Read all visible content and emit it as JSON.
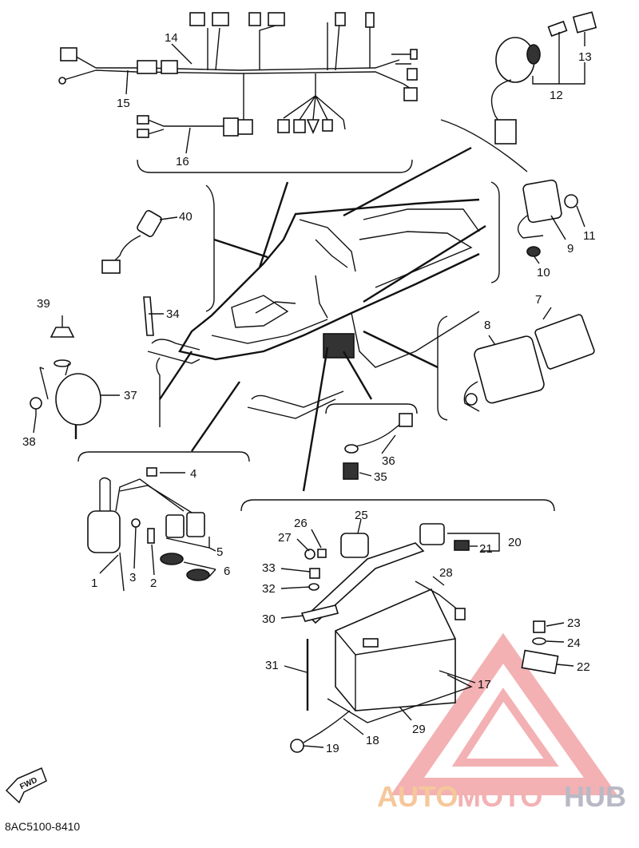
{
  "diagram_code": "8AC5100-8410",
  "fwd_label": "FWD",
  "watermark": {
    "part1": "AUTO",
    "part2": "MOTO",
    "part3": "HUB"
  },
  "part_labels": [
    {
      "n": "1"
    },
    {
      "n": "2"
    },
    {
      "n": "3"
    },
    {
      "n": "4"
    },
    {
      "n": "5"
    },
    {
      "n": "6"
    },
    {
      "n": "7"
    },
    {
      "n": "8"
    },
    {
      "n": "9"
    },
    {
      "n": "10"
    },
    {
      "n": "11"
    },
    {
      "n": "12"
    },
    {
      "n": "13"
    },
    {
      "n": "14"
    },
    {
      "n": "15"
    },
    {
      "n": "16"
    },
    {
      "n": "17"
    },
    {
      "n": "18"
    },
    {
      "n": "19"
    },
    {
      "n": "20"
    },
    {
      "n": "21"
    },
    {
      "n": "22"
    },
    {
      "n": "23"
    },
    {
      "n": "24"
    },
    {
      "n": "25"
    },
    {
      "n": "26"
    },
    {
      "n": "27"
    },
    {
      "n": "28"
    },
    {
      "n": "29"
    },
    {
      "n": "30"
    },
    {
      "n": "31"
    },
    {
      "n": "32"
    },
    {
      "n": "33"
    },
    {
      "n": "34"
    },
    {
      "n": "35"
    },
    {
      "n": "36"
    },
    {
      "n": "37"
    },
    {
      "n": "38"
    },
    {
      "n": "39"
    },
    {
      "n": "40"
    }
  ],
  "colors": {
    "ink": "#111111",
    "wm_orange": "#f6c79a",
    "wm_red": "#f3b1b3",
    "wm_grey": "#b9b9c6"
  }
}
